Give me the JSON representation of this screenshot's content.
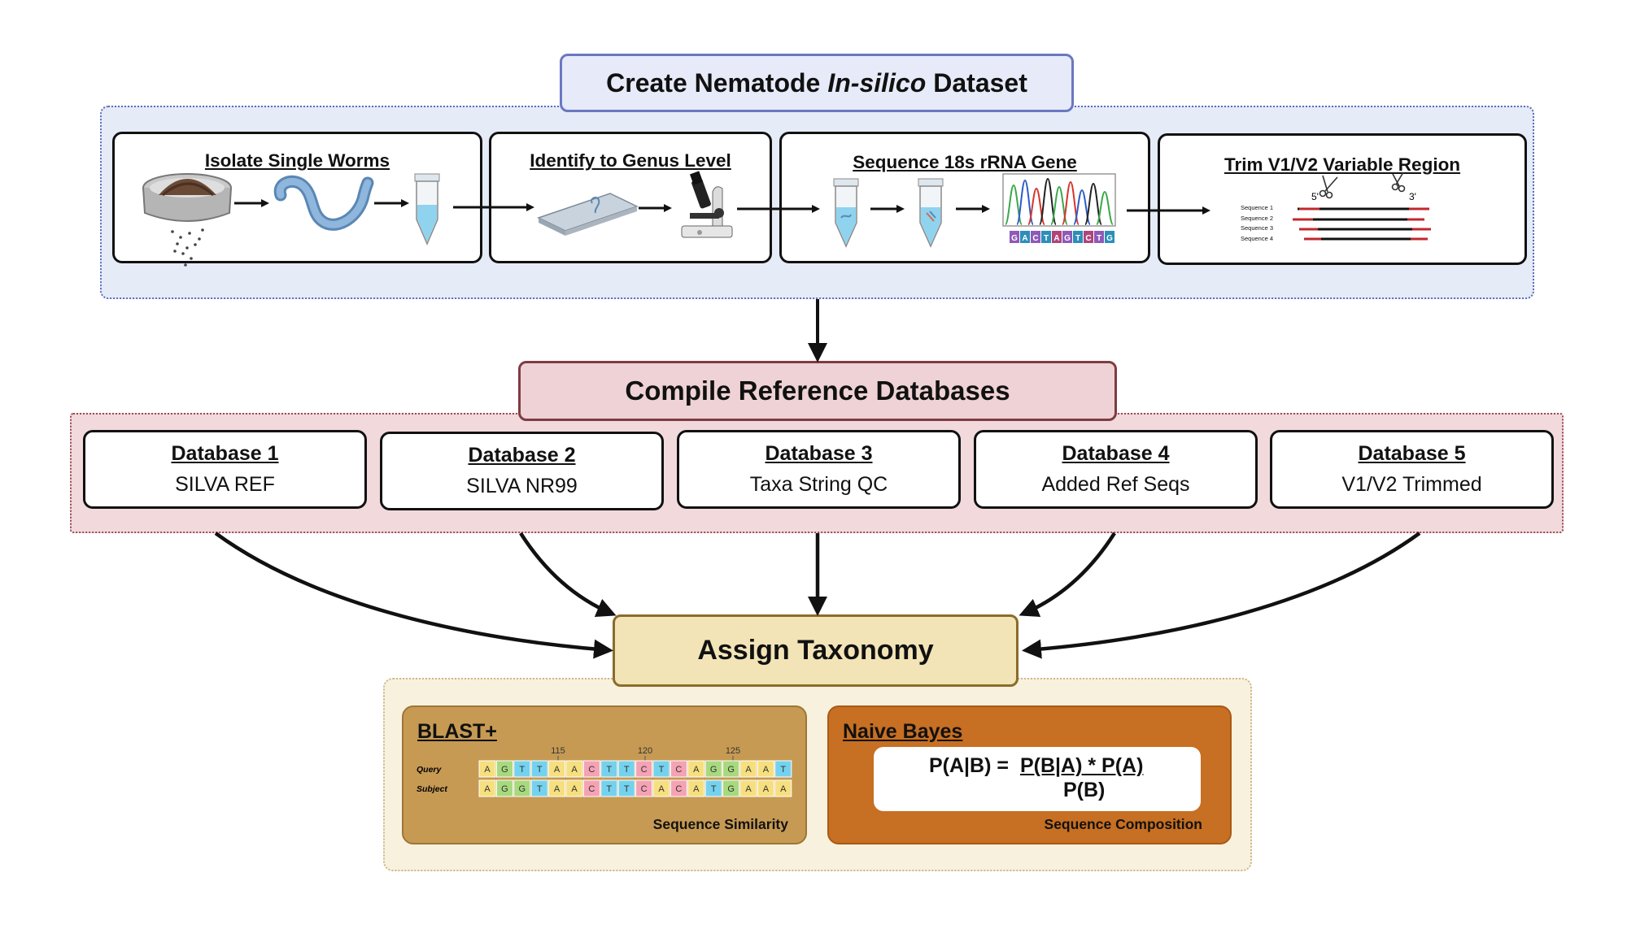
{
  "stage1": {
    "title_pre": "Create Nematode",
    "title_italic": "In-silico",
    "title_post": "Dataset",
    "steps": [
      {
        "label": "Isolate Single Worms"
      },
      {
        "label": "Identify to Genus Level"
      },
      {
        "label": "Sequence 18s rRNA Gene"
      },
      {
        "label": "Trim V1/V2 Variable Region"
      }
    ],
    "trim": {
      "sequences": [
        "Sequence 1",
        "Sequence 2",
        "Sequence 3",
        "Sequence 4"
      ],
      "five_prime": "5'",
      "three_prime": "3'"
    },
    "chromatogram_bases": [
      "G",
      "A",
      "C",
      "T",
      "A",
      "G",
      "T",
      "C",
      "T",
      "G"
    ]
  },
  "stage2": {
    "title": "Compile Reference Databases",
    "databases": [
      {
        "header": "Database 1",
        "name": "SILVA REF"
      },
      {
        "header": "Database 2",
        "name": "SILVA NR99"
      },
      {
        "header": "Database 3",
        "name": "Taxa String QC"
      },
      {
        "header": "Database 4",
        "name": "Added Ref Seqs"
      },
      {
        "header": "Database 5",
        "name": "V1/V2 Trimmed"
      }
    ]
  },
  "stage3": {
    "title": "Assign Taxonomy",
    "blast": {
      "title": "BLAST+",
      "footer": "Sequence Similarity",
      "query_label": "Query",
      "subject_label": "Subject",
      "positions": [
        "115",
        "120",
        "125"
      ],
      "query": [
        "A",
        "G",
        "T",
        "T",
        "A",
        "A",
        "C",
        "T",
        "T",
        "C",
        "T",
        "C",
        "A",
        "G",
        "G",
        "A",
        "A",
        "T"
      ],
      "subject": [
        "A",
        "G",
        "G",
        "T",
        "A",
        "A",
        "C",
        "T",
        "T",
        "C",
        "A",
        "C",
        "A",
        "T",
        "G",
        "A",
        "A",
        "A"
      ]
    },
    "bayes": {
      "title": "Naive Bayes",
      "footer": "Sequence Composition",
      "lhs": "P(A|B) =",
      "numerator": "P(B|A) * P(A)",
      "denominator": "P(B)"
    }
  },
  "colors": {
    "stage1_bg": "#e6ebf8",
    "stage2_bg": "#f1d9dc",
    "stage3_title": "#f2e4b6",
    "blast_panel": "#c69a53",
    "bayes_panel": "#c76f22",
    "base_A": "#f6df7e",
    "base_G": "#a7d97e",
    "base_T": "#74d2ee",
    "base_C": "#f4a2b4"
  },
  "icons": [
    "sieve-soil-icon",
    "worm-icon",
    "tube-icon",
    "microscope-slide-icon",
    "microscope-icon",
    "chromatogram-icon",
    "scissors-icon"
  ]
}
